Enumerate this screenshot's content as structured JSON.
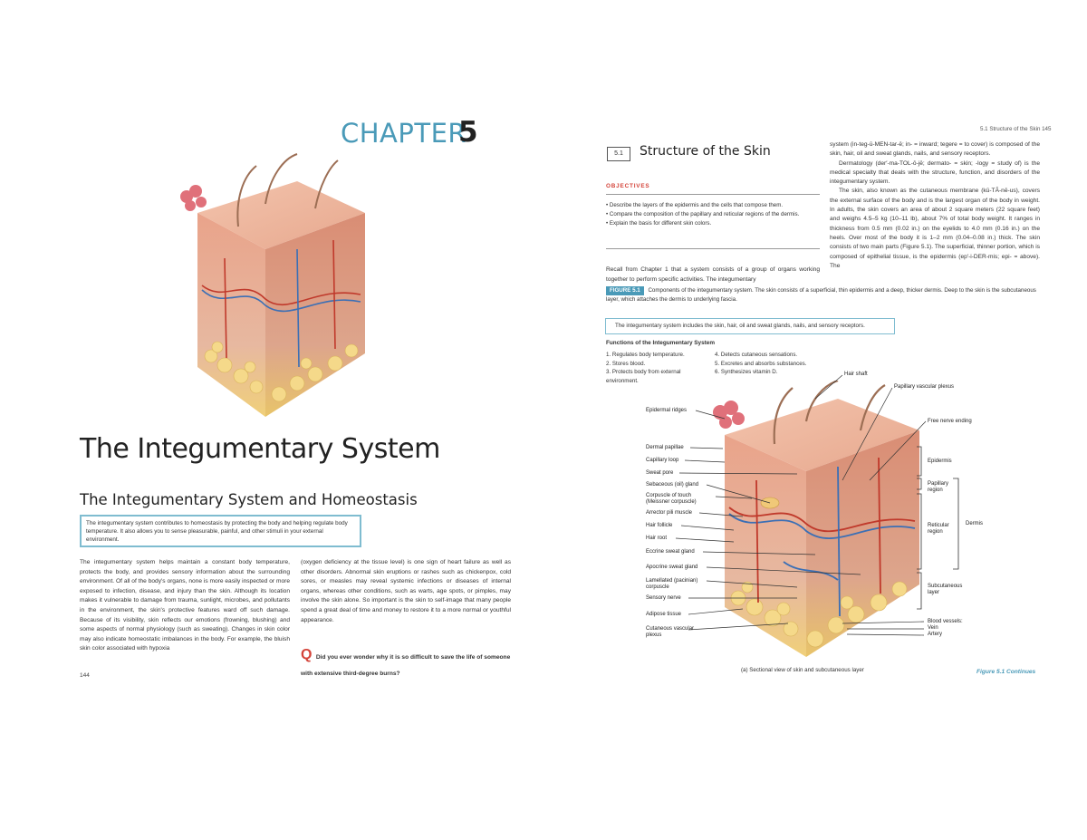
{
  "left_page": {
    "chapter_word": "CHAPTER",
    "chapter_number": "5",
    "title": "The Integumentary System",
    "section_heading": "The Integumentary System and Homeostasis",
    "intro_box": "The integumentary system contributes to homeostasis by protecting the body and helping regulate body temperature. It also allows you to sense pleasurable, painful, and other stimuli in your external environment.",
    "body_col1": "The integumentary system helps maintain a constant body temperature, protects the body, and provides sensory information about the surrounding environment. Of all of the body's organs, none is more easily inspected or more exposed to infection, disease, and injury than the skin. Although its location makes it vulnerable to damage from trauma, sunlight, microbes, and pollutants in the environment, the skin's protective features ward off such damage. Because of its visibility, skin reflects our emotions (frowning, blushing) and some aspects of normal physiology (such as sweating). Changes in skin color may also indicate homeostatic imbalances in the body. For example, the bluish skin color associated with hypoxia",
    "body_col2": "(oxygen deficiency at the tissue level) is one sign of heart failure as well as other disorders. Abnormal skin eruptions or rashes such as chickenpox, cold sores, or measles may reveal systemic infections or diseases of internal organs, whereas other conditions, such as warts, age spots, or pimples, may involve the skin alone. So important is the skin to self-image that many people spend a great deal of time and money to restore it to a more normal or youthful appearance.",
    "question_marker": "Q",
    "question": "Did you ever wonder why it is so difficult to save the life of someone with extensive third-degree burns?",
    "page_number": "144"
  },
  "right_page": {
    "running_head": "5.1 Structure of the Skin   145",
    "section_number": "5.1",
    "section_title": "Structure of the Skin",
    "objectives_heading": "OBJECTIVES",
    "objectives": [
      "• Describe the layers of the epidermis and the cells that compose them.",
      "• Compare the composition of the papillary and reticular regions of the dermis.",
      "• Explain the basis for different skin colors."
    ],
    "recall_text": "Recall from Chapter 1 that a system consists of a group of organs working together to perform specific activities. The integumentary",
    "right_column": [
      "system (in-teg-ū-MEN-tar-ē; in- = inward; tegere = to cover) is composed of the skin, hair, oil and sweat glands, nails, and sensory receptors.",
      "Dermatology (der′-ma-TOL-ō-jē; dermato- = skin; -logy = study of) is the medical specialty that deals with the structure, function, and disorders of the integumentary system.",
      "The skin, also known as the cutaneous membrane (kū-TĀ-nē-us), covers the external surface of the body and is the largest organ of the body in weight. In adults, the skin covers an area of about 2 square meters (22 square feet) and weighs 4.5–5 kg (10–11 lb), about 7% of total body weight. It ranges in thickness from 0.5 mm (0.02 in.) on the eyelids to 4.0 mm (0.16 in.) on the heels. Over most of the body it is 1–2 mm (0.04–0.08 in.) thick. The skin consists of two main parts (Figure 5.1). The superficial, thinner portion, which is composed of epithelial tissue, is the epidermis (ep′-i-DER-mis; epi- = above). The"
    ],
    "figure_label": "FIGURE 5.1",
    "figure_caption": "Components of the integumentary system. The skin consists of a superficial, thin epidermis and a deep, thicker dermis. Deep to the skin is the subcutaneous layer, which attaches the dermis to underlying fascia.",
    "figure_box": "The integumentary system includes the skin, hair, oil and sweat glands, nails, and sensory receptors.",
    "functions_heading": "Functions of the Integumentary System",
    "functions_left": [
      "1. Regulates body temperature.",
      "2. Stores blood.",
      "3. Protects body from external environment."
    ],
    "functions_right": [
      "4. Detects cutaneous sensations.",
      "5. Excretes and absorbs substances.",
      "6. Synthesizes vitamin D."
    ],
    "labels_left": {
      "epidermal_ridges": "Epidermal ridges",
      "dermal_papillae": "Dermal papillae",
      "capillary_loop": "Capillary loop",
      "sweat_pore": "Sweat pore",
      "sebaceous_gland": "Sebaceous (oil) gland",
      "corpuscle_touch": "Corpuscle of touch (Meissner corpuscle)",
      "arrector_pili": "Arrector pili muscle",
      "hair_follicle": "Hair follicle",
      "hair_root": "Hair root",
      "eccrine": "Eccrine sweat gland",
      "apocrine": "Apocrine sweat gland",
      "lamellated": "Lamellated (pacinian) corpuscle",
      "sensory_nerve": "Sensory nerve",
      "adipose": "Adipose tissue",
      "cutaneous_plexus": "Cutaneous vascular plexus"
    },
    "labels_right": {
      "hair_shaft": "Hair shaft",
      "papillary_plexus": "Papillary vascular plexus",
      "free_nerve": "Free nerve ending",
      "epidermis": "Epidermis",
      "papillary_region": "Papillary region",
      "reticular_region": "Reticular region",
      "dermis": "Dermis",
      "subcutaneous": "Subcutaneous layer",
      "blood_vessels": "Blood vessels:",
      "vein": "Vein",
      "artery": "Artery"
    },
    "subcaption": "(a) Sectional view of skin and subcutaneous layer",
    "figure_continues": "Figure 5.1 Continues"
  },
  "colors": {
    "accent_blue": "#4a9ab8",
    "accent_red": "#d4443a",
    "skin": "#e9a88f",
    "fat": "#f2d27a"
  }
}
